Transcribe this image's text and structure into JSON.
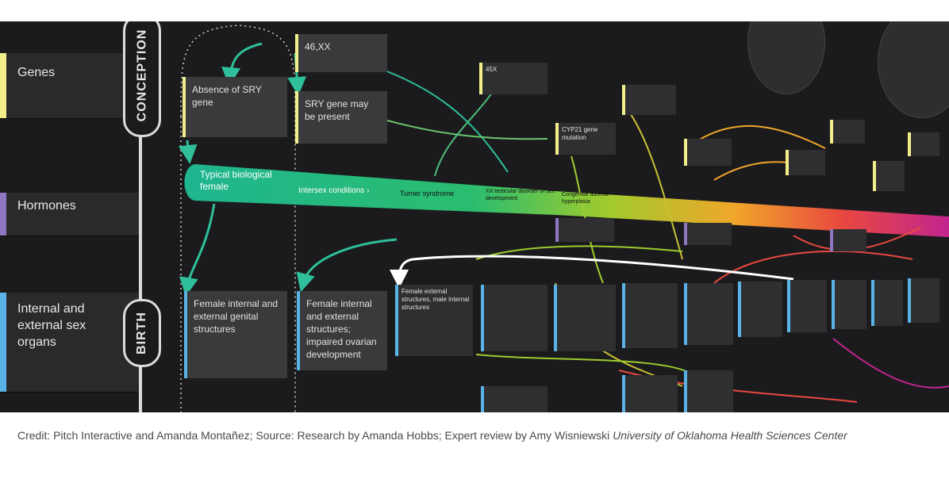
{
  "categories": [
    {
      "label": "Genes",
      "color": "#f2ef8a"
    },
    {
      "label": "Hormones",
      "color": "#8f77c2"
    },
    {
      "label": "Internal and external sex organs",
      "color": "#5ab3e6"
    }
  ],
  "timeline": {
    "conception": "CONCEPTION",
    "birth": "BIRTH"
  },
  "boxes_top": {
    "xx": "46,XX",
    "absence_sry": "Absence of SRY gene",
    "sry_present": "SRY gene may be present",
    "b45x": "45X",
    "cyp": "CYP21 gene mutation"
  },
  "ribbon": {
    "typical": "Typical biological female",
    "intersex": "Intersex conditions ›",
    "turner": "Turner syndrome",
    "testicular": "XX testicular disorder of sex development",
    "cah": "Congenital adrenal hyperplasia"
  },
  "boxes_birth": {
    "female_structures": "Female internal and external genital structures",
    "impaired": "Female internal and external structures; impaired ovarian development",
    "male_structures": "Female external structures, male internal structures"
  },
  "colors": {
    "accent_yellow": "#f2ef8a",
    "accent_blue": "#5ab3e6",
    "arrow_green": "#2fbf9a",
    "background": "#1b1b1d"
  },
  "credit": {
    "prefix": "Credit: Pitch Interactive and Amanda Montañez; Source: Research by Amanda Hobbs; Expert review by Amy Wisniewski ",
    "institution": "University of Oklahoma Health Sciences Center"
  }
}
